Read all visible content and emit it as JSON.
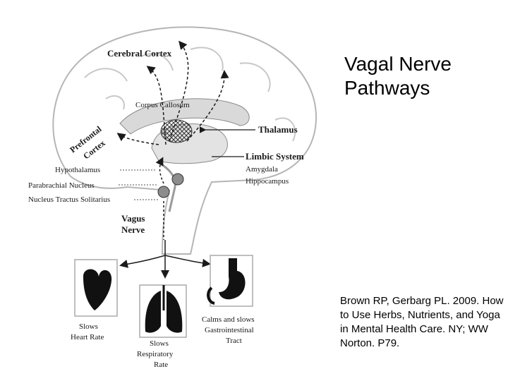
{
  "title": "Vagal Nerve Pathways",
  "citation": "Brown RP, Gerbarg PL. 2009. How to Use Herbs, Nutrients, and Yoga in Mental Health Care. NY; WW Norton. P79.",
  "diagram": {
    "cerebral_cortex": "Cerebral Cortex",
    "corpus_callosum": "Corpus Callosum",
    "prefrontal": "Prefrontal",
    "cortex": "Cortex",
    "thalamus": "Thalamus",
    "limbic_system": "Limbic System",
    "amygdala": "Amygdala",
    "hippocampus": "Hippocampus",
    "hypothalamus": "Hypothalamus",
    "parabrachial_nucleus": "Parabrachial Nucleus",
    "nucleus_tractus_solitarius": "Nucleus Tractus Solitarius",
    "vagus": "Vagus",
    "nerve": "Nerve",
    "slows": "Slows",
    "heart_rate": "Heart Rate",
    "respiratory": "Respiratory",
    "rate": "Rate",
    "calms_and_slows": "Calms and slows",
    "gastrointestinal": "Gastrointestinal",
    "tract": "Tract"
  },
  "colors": {
    "region_fill": "#d9d9d9",
    "node_fill": "#8c8c8c",
    "line": "#1a1a1a"
  }
}
